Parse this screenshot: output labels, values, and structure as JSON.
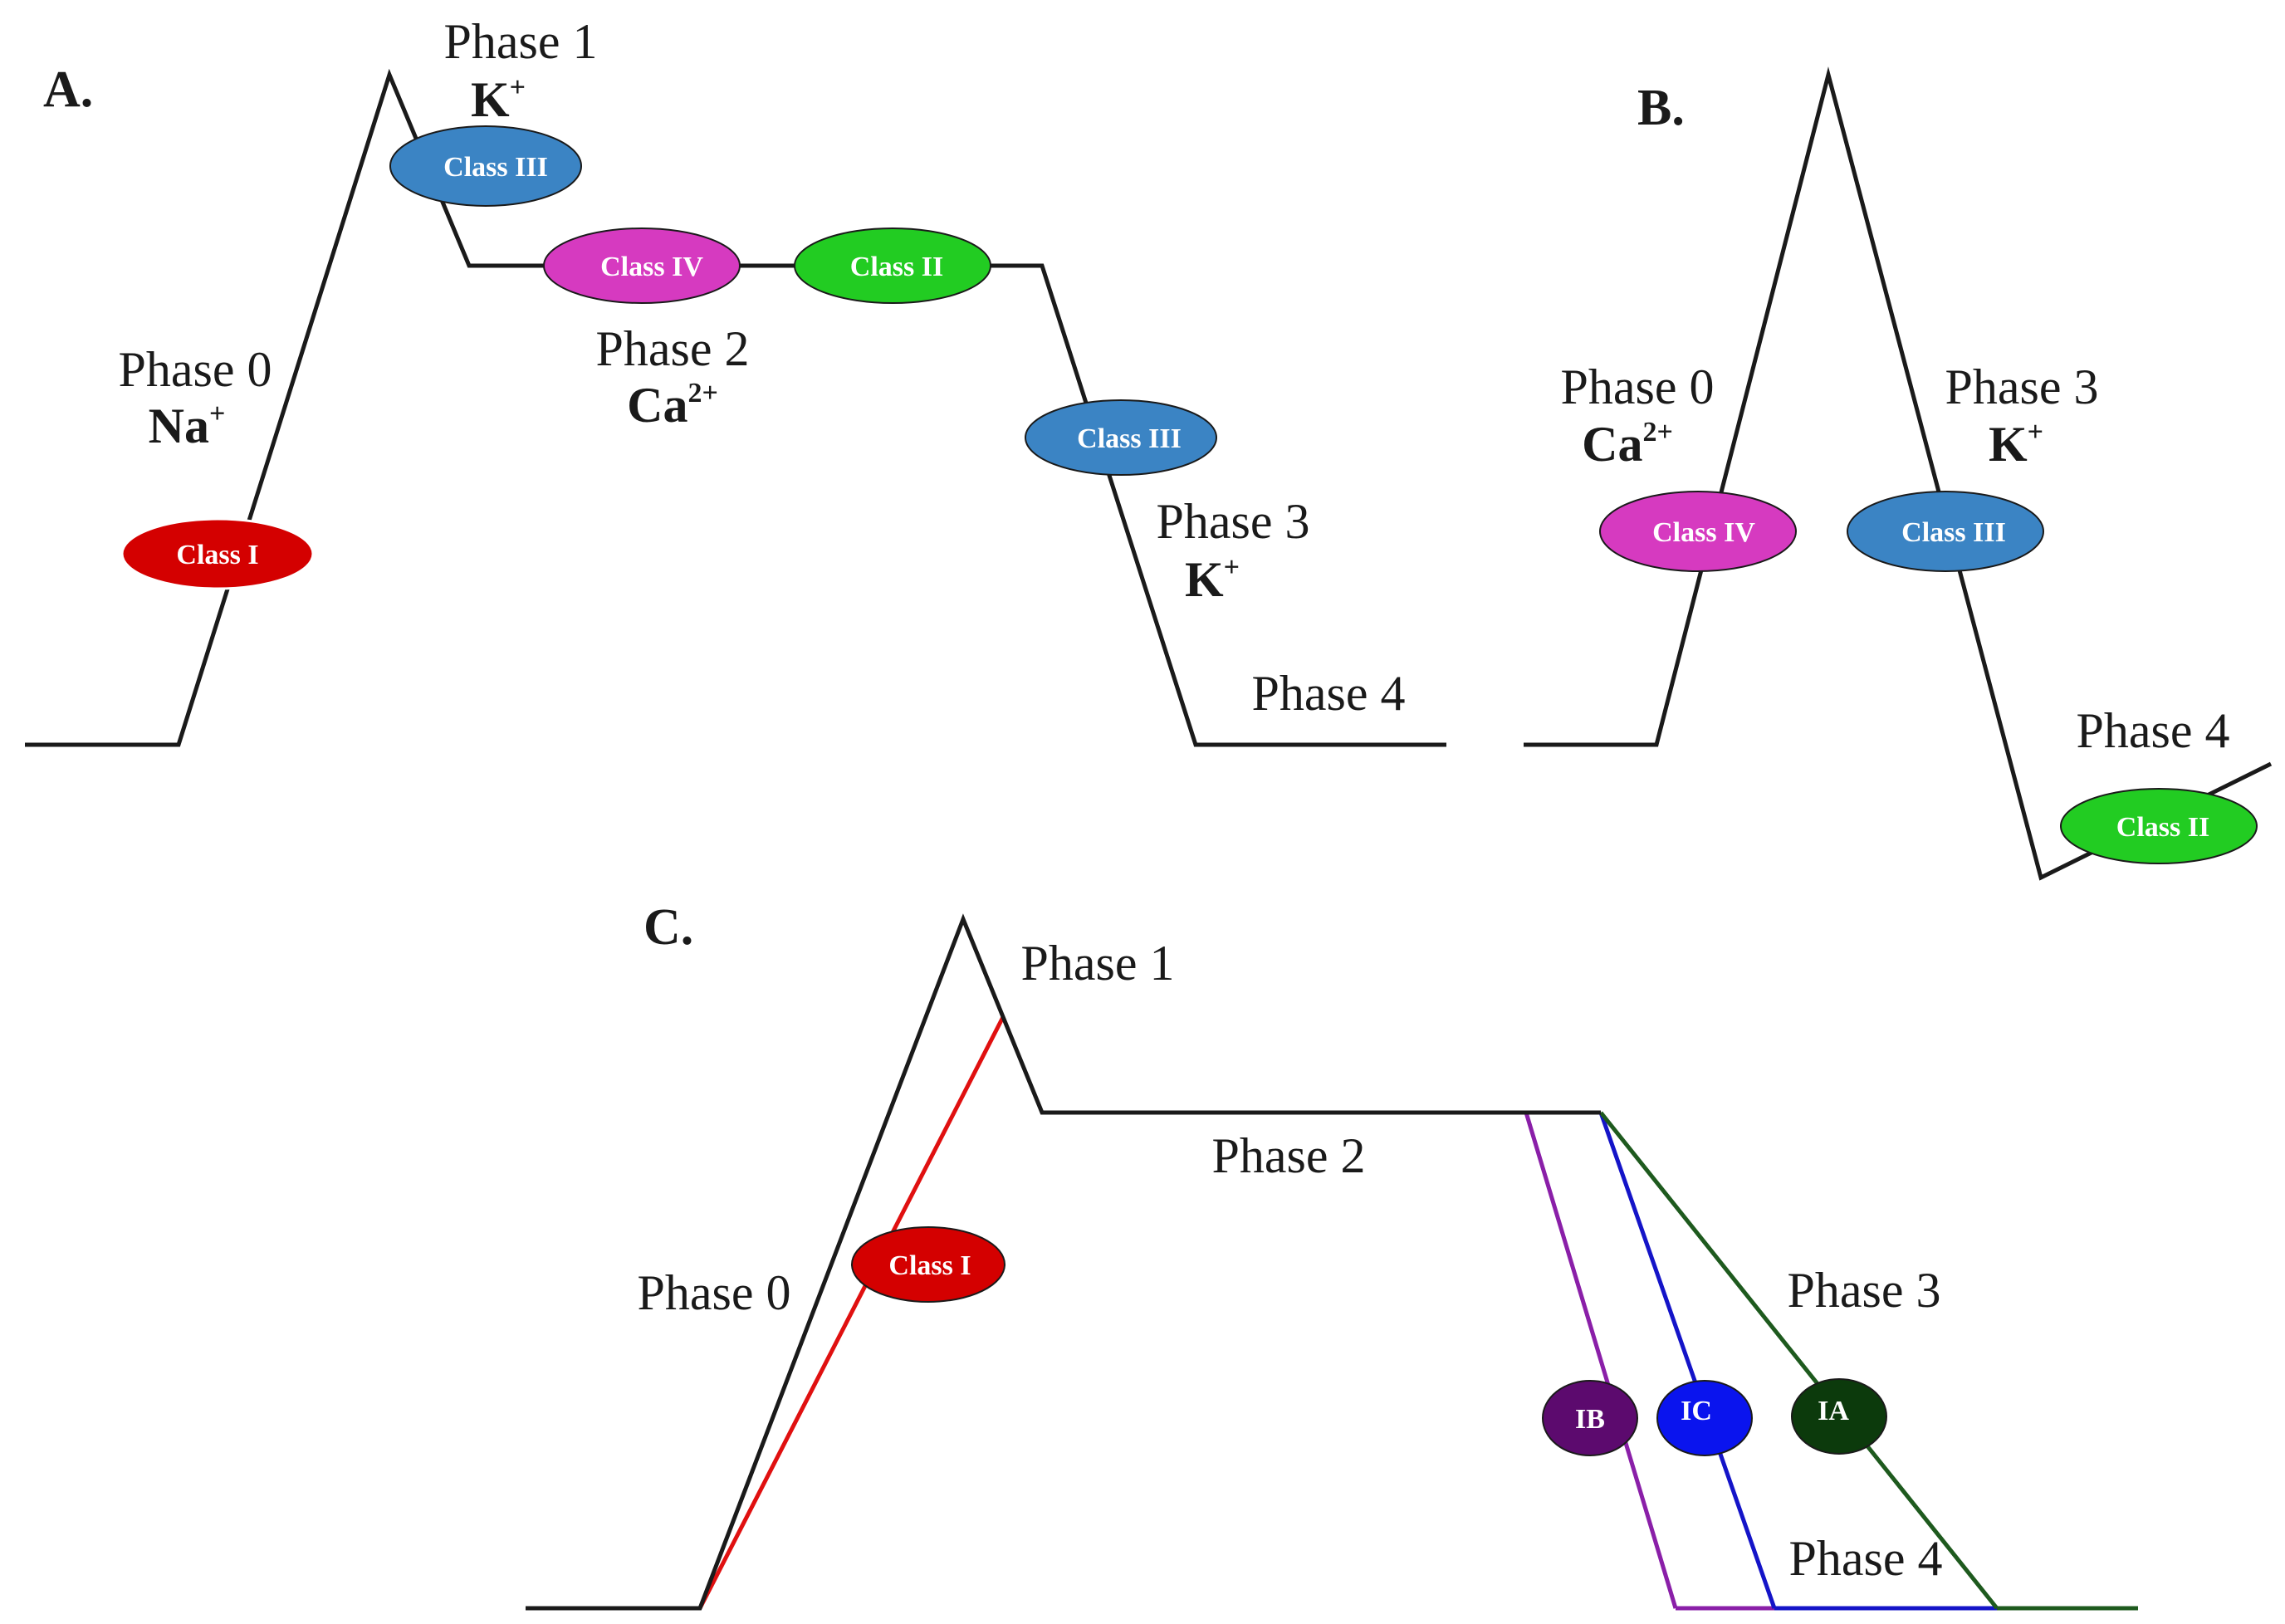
{
  "panels": {
    "A": {
      "letter": "A.",
      "phases": {
        "p0": {
          "label": "Phase 0",
          "ion": "Na",
          "charge": "+"
        },
        "p1": {
          "label": "Phase 1",
          "ion": "K",
          "charge": "+"
        },
        "p2": {
          "label": "Phase 2",
          "ion": "Ca",
          "charge": "2+"
        },
        "p3": {
          "label": "Phase 3",
          "ion": "K",
          "charge": "+"
        },
        "p4": {
          "label": "Phase 4"
        }
      },
      "drugs": {
        "class_i": {
          "label": "Class I",
          "color": "#d40000"
        },
        "class_iii_top": {
          "label": "Class III",
          "color": "#3b84c4"
        },
        "class_iv": {
          "label": "Class IV",
          "color": "#d63ac0"
        },
        "class_ii": {
          "label": "Class II",
          "color": "#22cc22"
        },
        "class_iii_right": {
          "label": "Class III",
          "color": "#3b84c4"
        }
      }
    },
    "B": {
      "letter": "B.",
      "phases": {
        "p0": {
          "label": "Phase 0",
          "ion": "Ca",
          "charge": "2+"
        },
        "p3": {
          "label": "Phase 3",
          "ion": "K",
          "charge": "+"
        },
        "p4": {
          "label": "Phase 4"
        }
      },
      "drugs": {
        "class_iv": {
          "label": "Class IV",
          "color": "#d63ac0"
        },
        "class_iii": {
          "label": "Class III",
          "color": "#3b84c4"
        },
        "class_ii": {
          "label": "Class II",
          "color": "#22cc22"
        }
      }
    },
    "C": {
      "letter": "C.",
      "phases": {
        "p0": {
          "label": "Phase 0"
        },
        "p1": {
          "label": "Phase 1"
        },
        "p2": {
          "label": "Phase 2"
        },
        "p3": {
          "label": "Phase 3"
        },
        "p4": {
          "label": "Phase 4"
        }
      },
      "drugs": {
        "class_i": {
          "label": "Class I",
          "color": "#d40000"
        },
        "ib": {
          "label": "IB",
          "color": "#5c0a6e",
          "line_color": "#8a1fa8"
        },
        "ic": {
          "label": "IC",
          "color": "#0a14ee",
          "line_color": "#1414c8"
        },
        "ia": {
          "label": "IA",
          "color": "#0c3a0c",
          "line_color": "#1e5a1e"
        }
      }
    }
  }
}
